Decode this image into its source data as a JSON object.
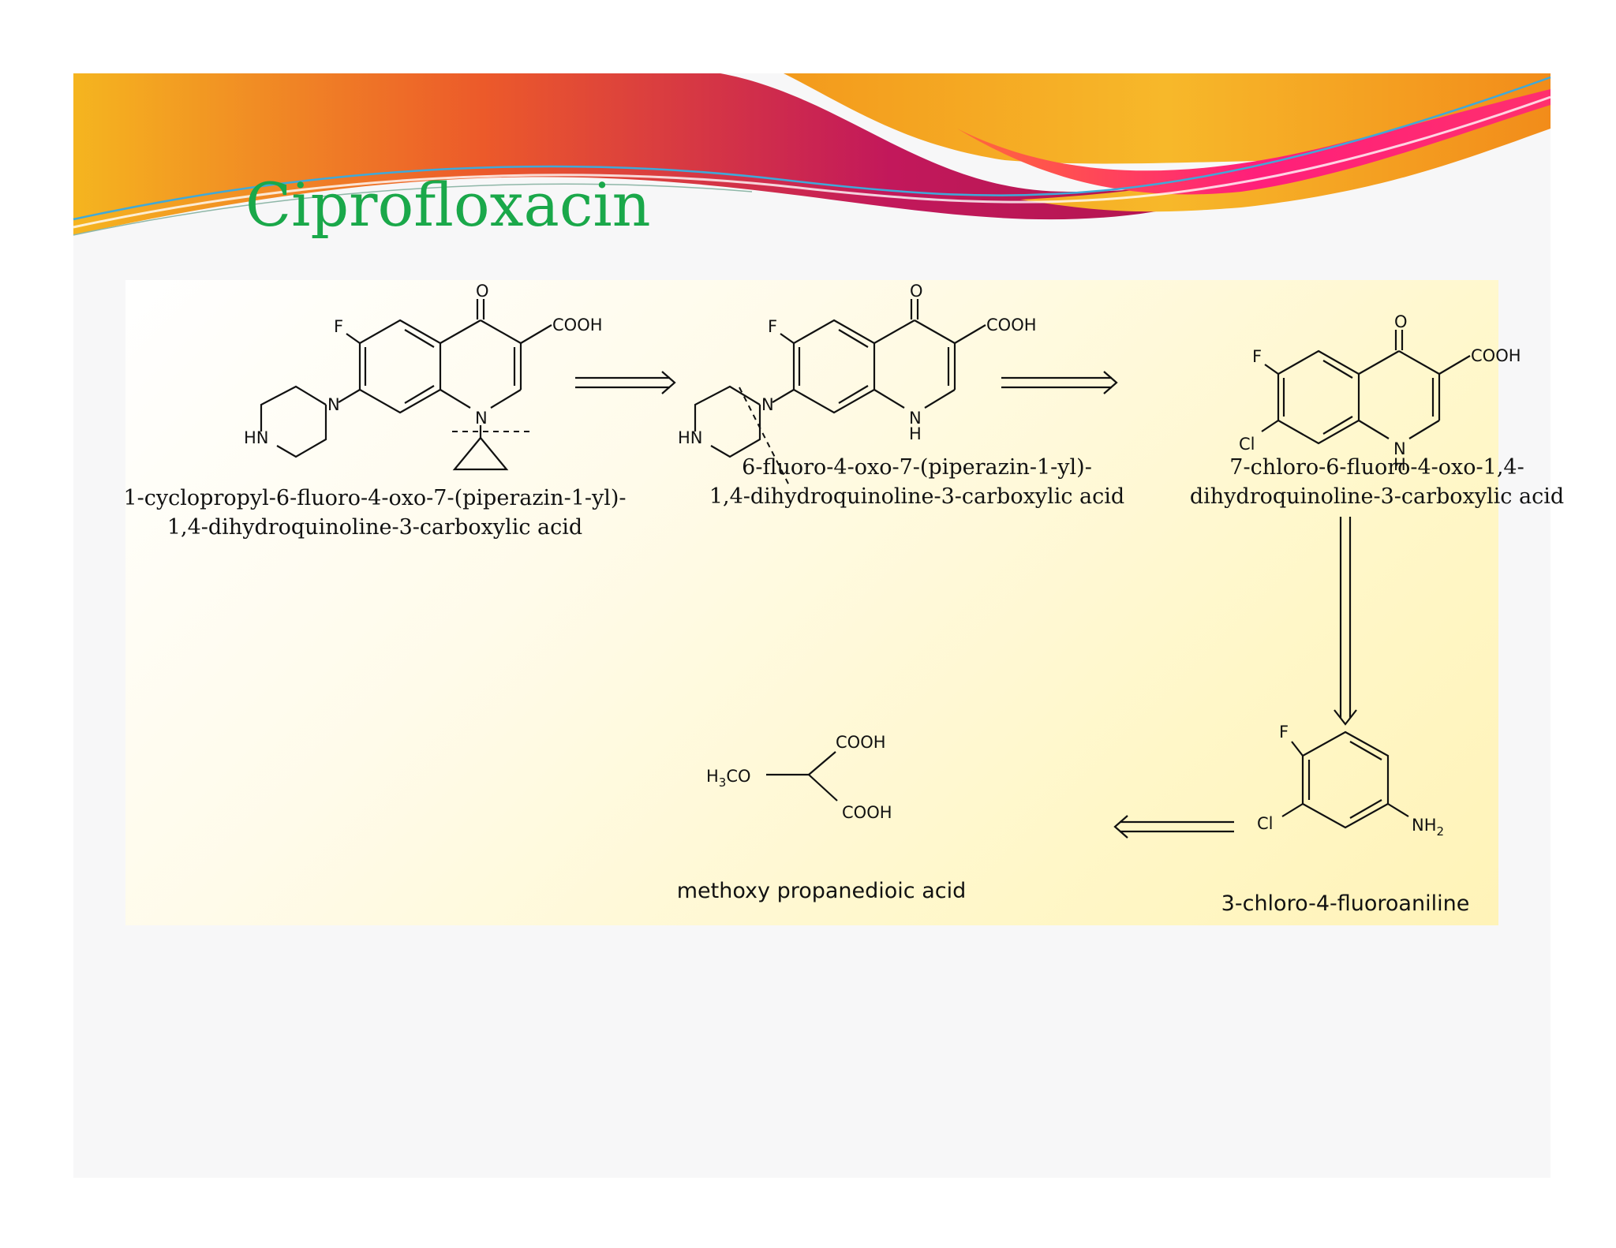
{
  "slide": {
    "title": "Ciprofloxacin"
  },
  "banner": {
    "colors": {
      "magenta": "#c2185b",
      "pink": "#ff1f7a",
      "orange": "#f39a1c",
      "yellow": "#f7c521",
      "blue": "#3fa9d9"
    }
  },
  "atoms": {
    "oxo": "O",
    "fluoro": "F",
    "chloro": "Cl",
    "carboxyl": "COOH",
    "ring_n": "N",
    "nh_n": "N",
    "nh_h": "H",
    "piperazine_hn": "HN",
    "amine": "NH",
    "amine_sub": "2",
    "methoxy_prefix": "H",
    "methoxy_sub": "3",
    "methoxy_suffix": "CO"
  },
  "compounds": [
    {
      "line1": "1-cyclopropyl-6-fluoro-4-oxo-7-(piperazin-1-yl)-",
      "line2": "1,4-dihydroquinoline-3-carboxylic acid"
    },
    {
      "line1": "6-fluoro-4-oxo-7-(piperazin-1-yl)-",
      "line2": "1,4-dihydroquinoline-3-carboxylic acid"
    },
    {
      "line1": "7-chloro-6-fluoro-4-oxo-1,4-",
      "line2": "dihydroquinoline-3-carboxylic acid"
    },
    {
      "line1": "3-chloro-4-fluoroaniline"
    },
    {
      "line1": "methoxy propanedioic acid"
    }
  ]
}
